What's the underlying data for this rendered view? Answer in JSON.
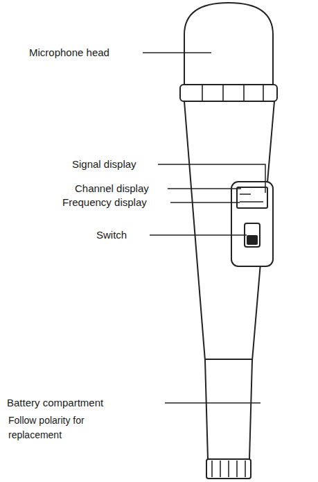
{
  "diagram": {
    "labels": [
      "Microphone head",
      "Signal display",
      "Channel display",
      "Frequency display",
      "Switch",
      "Battery compartment",
      "Follow polarity for replacement"
    ]
  }
}
